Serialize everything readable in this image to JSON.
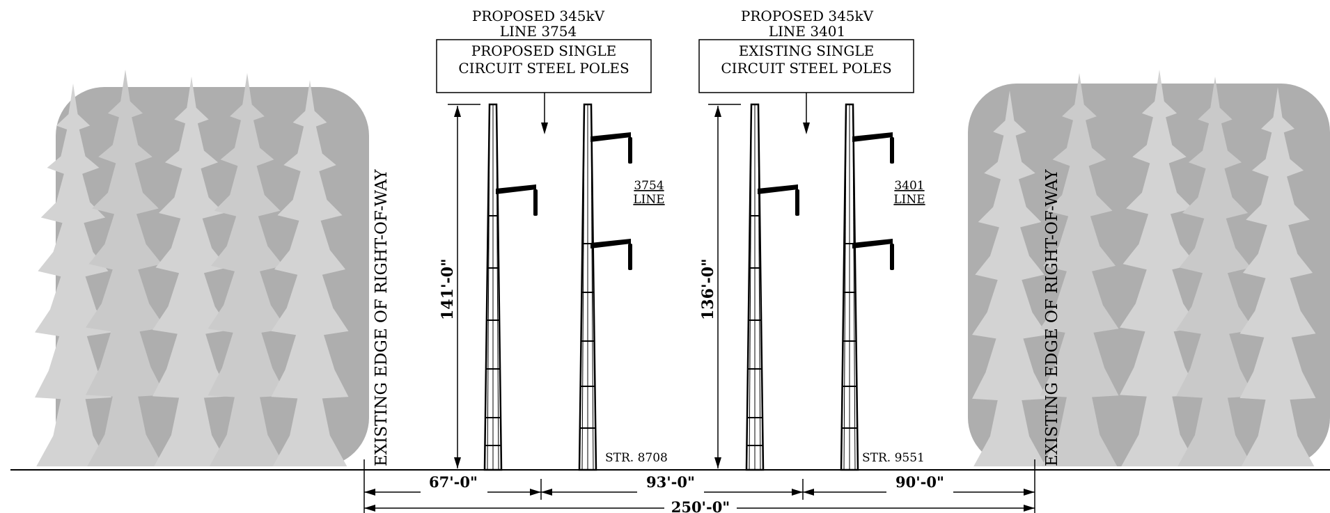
{
  "left_group": {
    "title_line1": "PROPOSED 345kV",
    "title_line2": "LINE 3754",
    "box_line1": "PROPOSED SINGLE",
    "box_line2": "CIRCUIT STEEL POLES",
    "height_label": "141'-0\"",
    "line_label_num": "3754",
    "line_label_word": "LINE",
    "structure_label": "STR. 8708"
  },
  "right_group": {
    "title_line1": "PROPOSED 345kV",
    "title_line2": "LINE 3401",
    "box_line1": "EXISTING SINGLE",
    "box_line2": "CIRCUIT STEEL POLES",
    "height_label": "136'-0\"",
    "line_label_num": "3401",
    "line_label_word": "LINE",
    "structure_label": "STR. 9551"
  },
  "row_edge_label": "EXISTING EDGE OF RIGHT-OF-WAY",
  "dimensions": {
    "seg1": "67'-0\"",
    "seg2": "93'-0\"",
    "seg3": "90'-0\"",
    "total": "250'-0\""
  },
  "colors": {
    "tree_light": "#d3d3d3",
    "tree_dark": "#aeaeae",
    "ink": "#000000"
  }
}
